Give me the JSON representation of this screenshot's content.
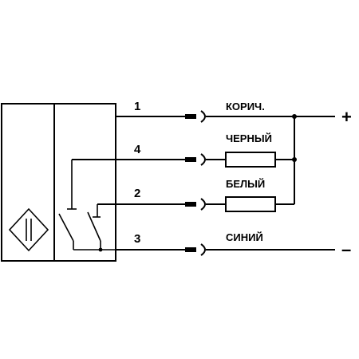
{
  "pins": {
    "brown": "1",
    "black": "4",
    "white": "2",
    "blue": "3"
  },
  "wire_colors": {
    "brown": "КОРИЧ.",
    "black": "ЧЕРНЫЙ",
    "white": "БЕЛЫЙ",
    "blue": "СИНИЙ"
  },
  "supply": {
    "plus": "+",
    "minus": "–"
  }
}
